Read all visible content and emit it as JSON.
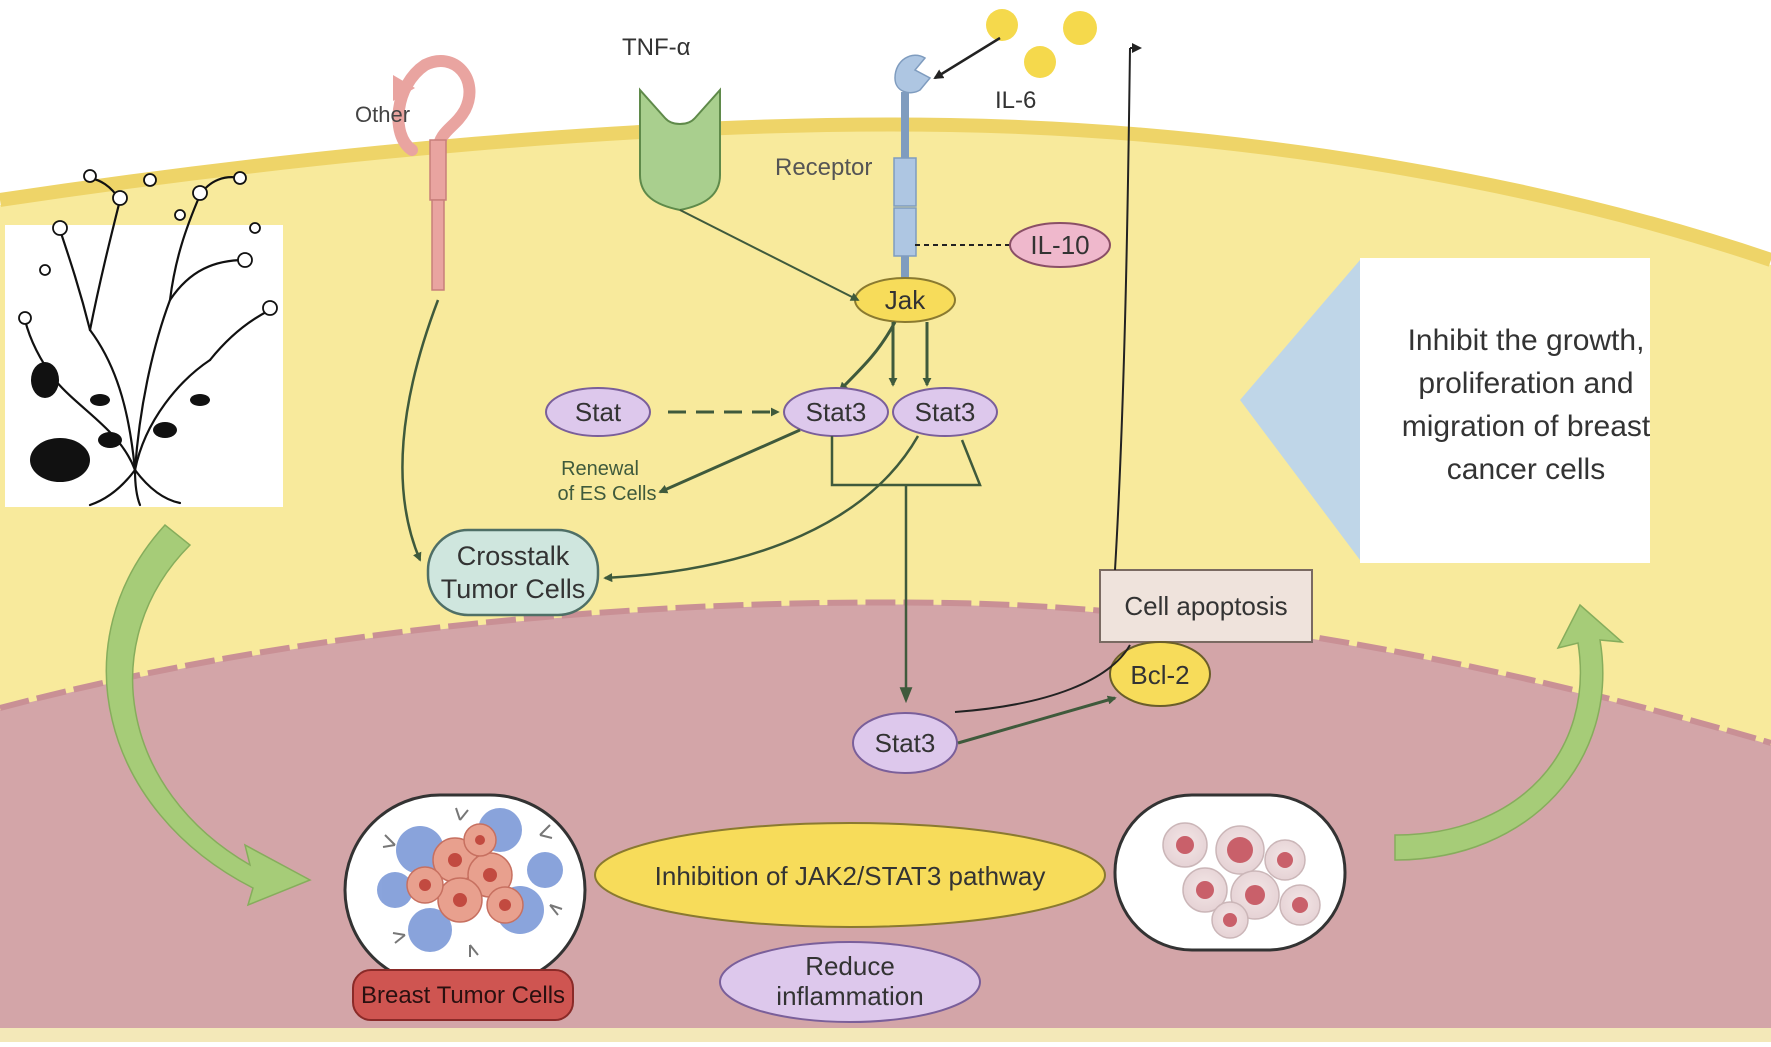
{
  "colors": {
    "cytoplasm": "#f8ea9c",
    "membrane": "#eed468",
    "nucleus": "#d3a5a8",
    "nuclear_envelope": "#c99095",
    "arrow_dark": "#3f5a3c",
    "stat_fill": "#ddc8ec",
    "stat_stroke": "#7a5f9a",
    "jak_fill": "#f7dc5a",
    "crosstalk_fill": "#cfe6de",
    "receptor": "#aec6e2",
    "tnf": "#a9cf8e",
    "other_receptor": "#e9a4a0",
    "il10_fill": "#efb8cc",
    "green_arrow": "#a6cc78",
    "tumor_label": "#cf5551",
    "blue_triangle": "#bfd6e8"
  },
  "labels": {
    "other": "Other",
    "tnf": "TNF-α",
    "il6": "IL-6",
    "receptor": "Receptor",
    "il10": "IL-10",
    "jak": "Jak",
    "stat": "Stat",
    "stat3_a": "Stat3",
    "stat3_b": "Stat3",
    "stat3_c": "Stat3",
    "renewal_line1": "Renewal",
    "renewal_line2": "of ES Cells",
    "crosstalk_line1": "Crosstalk",
    "crosstalk_line2": "Tumor Cells",
    "cell_apoptosis": "Cell apoptosis",
    "bcl2": "Bcl-2",
    "inhibit_line1": "Inhibit the growth,",
    "inhibit_line2": "proliferation and",
    "inhibit_line3": "migration of breast",
    "inhibit_line4": "cancer cells",
    "inhibition_pathway": "Inhibition of JAK2/STAT3 pathway",
    "reduce_line1": "Reduce",
    "reduce_line2": "inflammation",
    "breast_tumor_cells": "Breast Tumor Cells"
  }
}
